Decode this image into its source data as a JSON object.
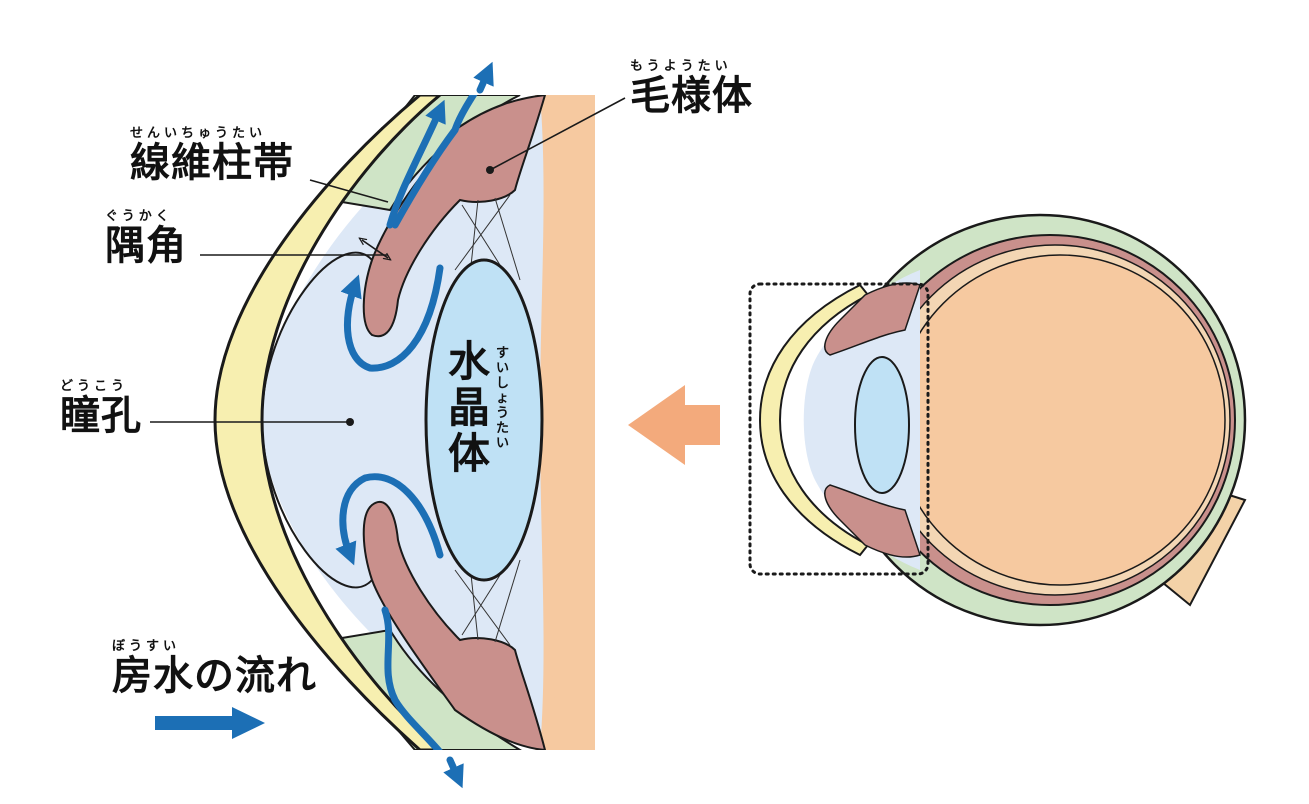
{
  "labels": {
    "zonule": {
      "text": "線維柱帯",
      "ruby": "せんいちゅうたい"
    },
    "angle": {
      "text": "隅角",
      "ruby": "ぐうかく"
    },
    "pupil": {
      "text": "瞳孔",
      "ruby": "どうこう"
    },
    "ciliary": {
      "text": "毛様体",
      "ruby": "もうようたい"
    },
    "flow": {
      "text": "房水の流れ",
      "ruby": "ぼうすい"
    },
    "lens": {
      "chars": [
        "水",
        "晶",
        "体"
      ],
      "ruby": "すいしょうたい"
    }
  },
  "colors": {
    "flow_arrow": "#1c6fb5",
    "pointer_arrow": "#f3aa7c",
    "cornea": "#f7efb0",
    "aqueous": "#dde8f6",
    "lens": "#bfe1f5",
    "iris": "#c9908c",
    "sclera": "#cfe4c6",
    "vitreous": "#f6c9a0",
    "outline": "#1a1a1a"
  },
  "icons": {
    "pointer": "left-arrow-icon",
    "flow_legend": "right-arrow-icon"
  }
}
